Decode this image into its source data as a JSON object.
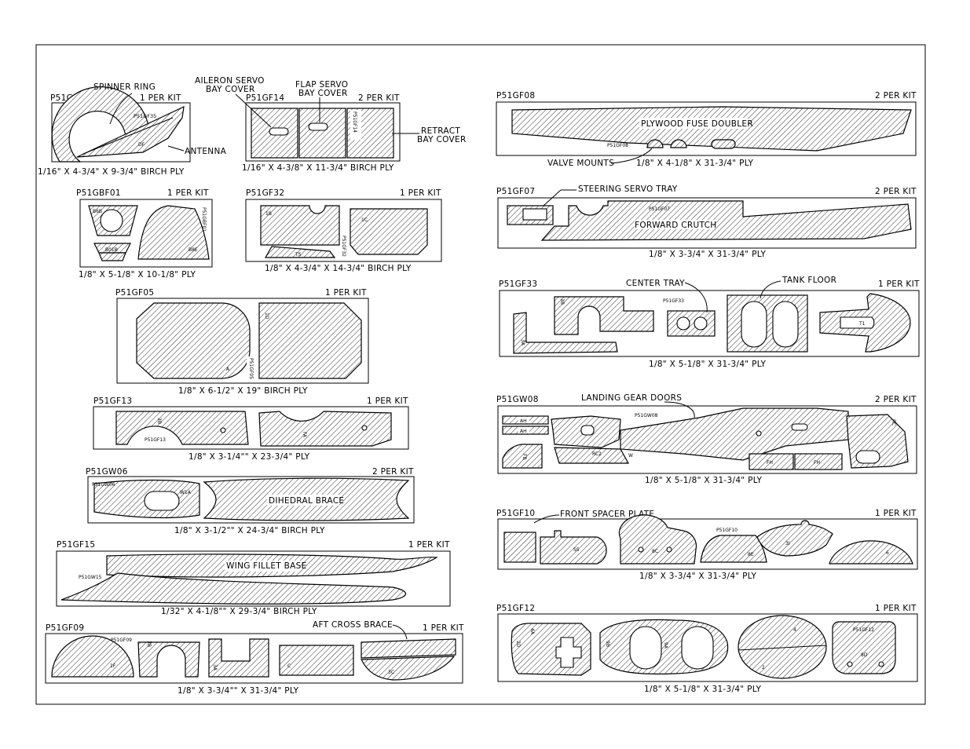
{
  "sheets": [
    {
      "id": "P51GF35",
      "qty": "1 PER KIT",
      "material": "1/16\" X 4-3/4\" X 9-3/4\" BIRCH PLY",
      "callouts": [
        "SPINNER RING",
        "ANTENNA"
      ],
      "part_labels": [
        "P51GF35",
        "DF"
      ]
    },
    {
      "id": "P51GF14",
      "qty": "2 PER KIT",
      "material": "1/16\" X 4-3/8\" X 11-3/4\" BIRCH PLY",
      "callouts": [
        "AILERON SERVO",
        "BAY COVER",
        "FLAP SERVO",
        "BAY COVER",
        "RETRACT",
        "BAY COVER"
      ],
      "part_labels": [
        "P51GF14"
      ]
    },
    {
      "id": "P51GBF01",
      "qty": "1 PER KIT",
      "material": "1/8\" X 5-1/8\" X 10-1/8\" PLY",
      "part_labels": [
        "B6B",
        "B01B",
        "B8E",
        "P51GBF01"
      ]
    },
    {
      "id": "P51GF32",
      "qty": "1 PER KIT",
      "material": "1/8\" X 4-3/4\" X 14-3/4\" BIRCH PLY",
      "part_labels": [
        "1B",
        "1C",
        "TS",
        "P51GF32"
      ]
    },
    {
      "id": "P51GF05",
      "qty": "1 PER KIT",
      "material": "1/8\" X 6-1/2\" X 19\" BIRCH PLY",
      "part_labels": [
        "1D",
        "A",
        "P51GF05"
      ]
    },
    {
      "id": "P51GF13",
      "qty": "1 PER KIT",
      "material": "1/8\" X 3-1/4\"\" X 23-3/4\" PLY",
      "part_labels": [
        "3B",
        "P51GF13",
        "FA"
      ]
    },
    {
      "id": "P51GW06",
      "qty": "2 PER KIT",
      "material": "1/8\" X 3-1/2\"\" X 24-3/4\" BIRCH PLY",
      "callouts": [
        "DIHEDRAL BRACE"
      ],
      "part_labels": [
        "P51GW06",
        "W1A"
      ]
    },
    {
      "id": "P51GF15",
      "qty": "1 PER KIT",
      "material": "1/32\" X 4-1/8\"\" X 29-3/4\" BIRCH PLY",
      "callouts": [
        "WING FILLET BASE"
      ],
      "part_labels": [
        "P51GW15"
      ]
    },
    {
      "id": "P51GF09",
      "qty": "1 PER KIT",
      "material": "1/8\" X 3-3/4\"\" X 31-3/4\" PLY",
      "callouts": [
        "AFT CROSS BRACE"
      ],
      "part_labels": [
        "P51GF09",
        "3B",
        "1F",
        "3A",
        "C",
        "3C"
      ]
    },
    {
      "id": "P51GF08",
      "qty": "2 PER KIT",
      "material": "1/8\" X 4-1/8\" X 31-3/4\" PLY",
      "callouts": [
        "PLYWOOD FUSE DOUBLER",
        "VALVE MOUNTS"
      ],
      "part_labels": [
        "P51GF08"
      ]
    },
    {
      "id": "P51GF07",
      "qty": "2 PER KIT",
      "material": "1/8\" X 3-3/4\" X 31-3/4\" PLY",
      "callouts": [
        "STEERING SERVO TRAY",
        "FORWARD CRUTCH"
      ],
      "part_labels": [
        "P51GF07"
      ]
    },
    {
      "id": "P51GF33",
      "qty": "1 PER KIT",
      "material": "1/8\" X 5-1/8\" X 31-3/4\" PLY",
      "callouts": [
        "CENTER TRAY",
        "TANK FLOOR"
      ],
      "part_labels": [
        "P51GF33",
        "3B",
        "3A",
        "T1"
      ]
    },
    {
      "id": "P51GW08",
      "qty": "2 PER KIT",
      "material": "1/8\" X 5-1/8\" X 31-3/4\" PLY",
      "callouts": [
        "LANDING GEAR DOORS"
      ],
      "part_labels": [
        "P51GW08",
        "AH",
        "AH",
        "RC2",
        "FB",
        "W",
        "FH",
        "FH",
        "RC"
      ]
    },
    {
      "id": "P51GF10",
      "qty": "1 PER KIT",
      "material": "1/8\" X 3-3/4\" X 31-3/4\" PLY",
      "callouts": [
        "FRONT SPACER PLATE"
      ],
      "part_labels": [
        "SS",
        "8C",
        "P51GF10",
        "8E",
        "3I",
        "6"
      ]
    },
    {
      "id": "P51GF12",
      "qty": "1 PER KIT",
      "material": "1/8\" X 5-1/8\" X 31-3/4\" PLY",
      "part_labels": [
        "4A",
        "2D",
        "9B",
        "9A",
        "4",
        "2",
        "P51GF12",
        "8D"
      ]
    }
  ]
}
